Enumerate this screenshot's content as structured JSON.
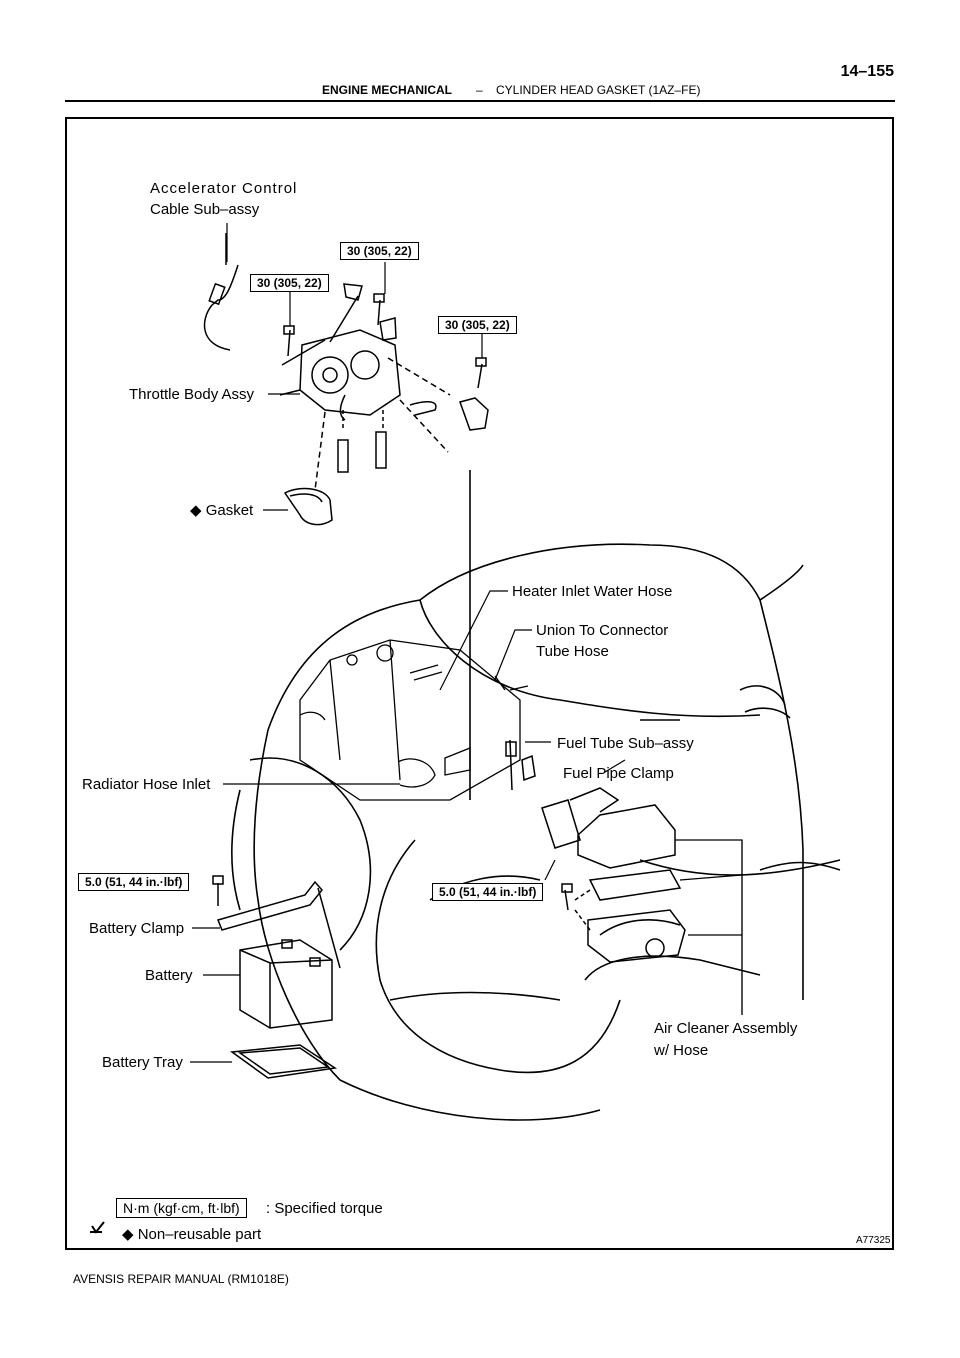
{
  "header": {
    "page_number": "14–155",
    "section": "ENGINE MECHANICAL",
    "separator": "–",
    "subsection": "CYLINDER HEAD GASKET (1AZ–FE)"
  },
  "labels": {
    "accelerator_line1": "Accelerator  Control",
    "accelerator_line2": "Cable Sub–assy",
    "throttle_body": "Throttle Body Assy",
    "gasket": "◆ Gasket",
    "heater_hose": "Heater Inlet Water Hose",
    "union_line1": "Union To Connector",
    "union_line2": "Tube Hose",
    "fuel_tube": "Fuel Tube Sub–assy",
    "fuel_clamp": "Fuel Pipe Clamp",
    "radiator_hose": "Radiator Hose Inlet",
    "battery_clamp": "Battery Clamp",
    "battery": "Battery",
    "battery_tray": "Battery Tray",
    "air_cleaner_line1": "Air Cleaner Assembly",
    "air_cleaner_line2": "w/ Hose"
  },
  "torque": {
    "t1": "30 (305, 22)",
    "t2": "30 (305, 22)",
    "t3": "30 (305, 22)",
    "t4": "5.0 (51, 44 in.·lbf)",
    "t5": "5.0 (51, 44 in.·lbf)"
  },
  "legend": {
    "unit_box": "N·m (kgf·cm, ft·lbf)",
    "unit_text": ": Specified torque",
    "nonreusable": "◆ Non–reusable part"
  },
  "figure_id": "A77325",
  "footer": "AVENSIS REPAIR MANUAL   (RM1018E)"
}
